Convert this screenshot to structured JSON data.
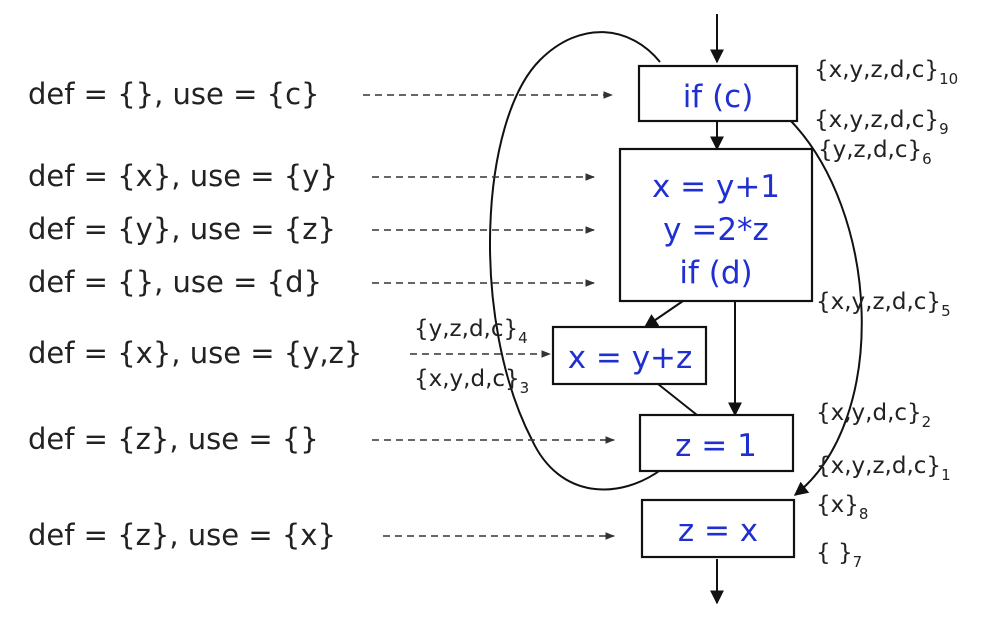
{
  "annotations": [
    {
      "def": "{}",
      "use": "{c}"
    },
    {
      "def": "{x}",
      "use": "{y}"
    },
    {
      "def": "{y}",
      "use": "{z}"
    },
    {
      "def": "{}",
      "use": "{d}"
    },
    {
      "def": "{x}",
      "use": "{y,z}"
    },
    {
      "def": "{z}",
      "use": "{}"
    },
    {
      "def": "{z}",
      "use": "{x}"
    }
  ],
  "nodes": {
    "if_c": [
      "if (c)"
    ],
    "block2": [
      "x = y+1",
      "y =2*z",
      "if (d)"
    ],
    "x_yz": [
      "x = y+z"
    ],
    "z_1": [
      "z = 1"
    ],
    "z_x": [
      "z = x"
    ]
  },
  "sets": [
    {
      "text": "{x,y,z,d,c}",
      "sub": "10"
    },
    {
      "text": "{x,y,z,d,c}",
      "sub": "9"
    },
    {
      "text": "{y,z,d,c}",
      "sub": "6"
    },
    {
      "text": "{x,y,z,d,c}",
      "sub": "5"
    },
    {
      "text": "{y,z,d,c}",
      "sub": "4"
    },
    {
      "text": "{x,y,d,c}",
      "sub": "3"
    },
    {
      "text": "{x,y,d,c}",
      "sub": "2"
    },
    {
      "text": "{x,y,z,d,c}",
      "sub": "1"
    },
    {
      "text": "{x}",
      "sub": "8"
    },
    {
      "text": "{ }",
      "sub": "7"
    }
  ]
}
